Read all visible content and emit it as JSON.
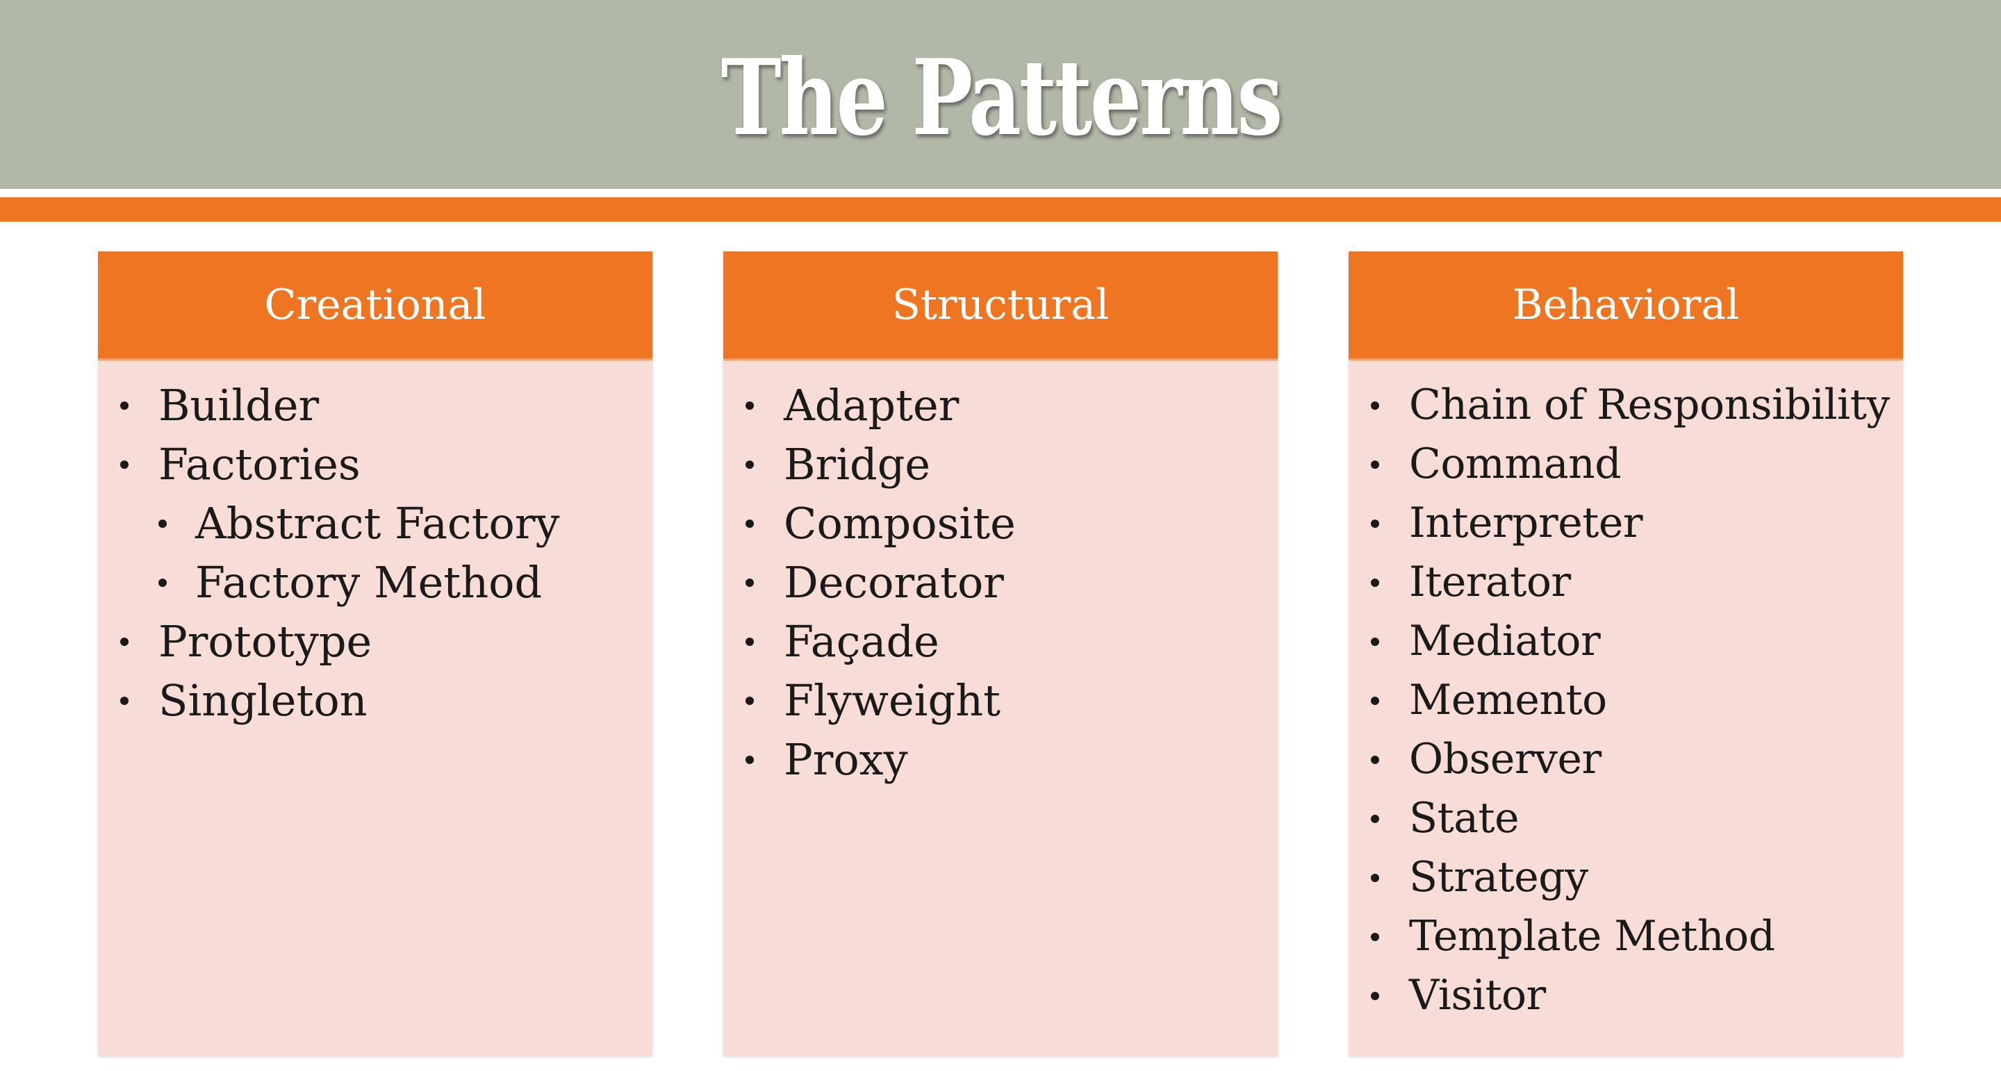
{
  "title": "The Patterns",
  "colors": {
    "title_band": "#b2b8a8",
    "accent": "#ee7623",
    "panel": "#f8dcd7"
  },
  "columns": [
    {
      "header": "Creational",
      "items": [
        {
          "label": "Builder",
          "level": 1
        },
        {
          "label": "Factories",
          "level": 1
        },
        {
          "label": "Abstract Factory",
          "level": 2
        },
        {
          "label": "Factory Method",
          "level": 2
        },
        {
          "label": "Prototype",
          "level": 1
        },
        {
          "label": "Singleton",
          "level": 1
        }
      ]
    },
    {
      "header": "Structural",
      "items": [
        {
          "label": "Adapter",
          "level": 1
        },
        {
          "label": "Bridge",
          "level": 1
        },
        {
          "label": "Composite",
          "level": 1
        },
        {
          "label": "Decorator",
          "level": 1
        },
        {
          "label": "Façade",
          "level": 1
        },
        {
          "label": "Flyweight",
          "level": 1
        },
        {
          "label": "Proxy",
          "level": 1
        }
      ]
    },
    {
      "header": "Behavioral",
      "items": [
        {
          "label": "Chain of Responsibility",
          "level": 1
        },
        {
          "label": "Command",
          "level": 1
        },
        {
          "label": "Interpreter",
          "level": 1
        },
        {
          "label": "Iterator",
          "level": 1
        },
        {
          "label": "Mediator",
          "level": 1
        },
        {
          "label": "Memento",
          "level": 1
        },
        {
          "label": "Observer",
          "level": 1
        },
        {
          "label": "State",
          "level": 1
        },
        {
          "label": "Strategy",
          "level": 1
        },
        {
          "label": "Template Method",
          "level": 1
        },
        {
          "label": "Visitor",
          "level": 1
        }
      ]
    }
  ]
}
